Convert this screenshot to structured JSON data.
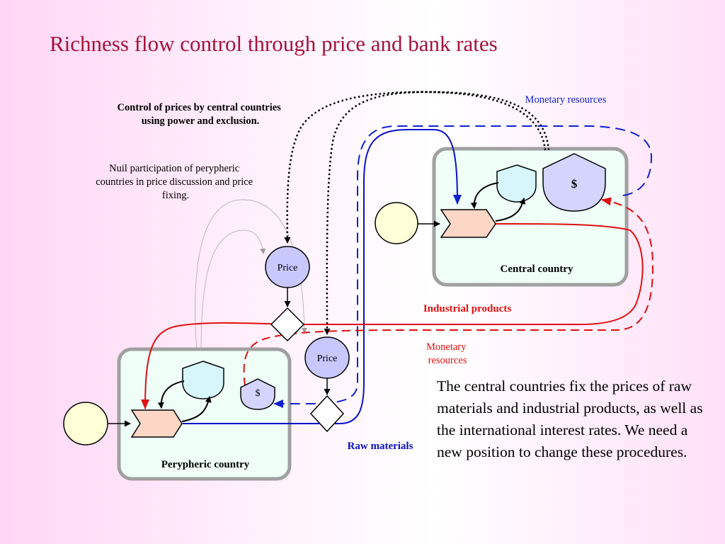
{
  "slide": {
    "title": "Richness flow control through price and bank rates",
    "body_text": "The central countries fix the prices of raw materials and industrial products, as well as the international interest rates. We need a new position to change these procedures."
  },
  "diagram": {
    "annotation_control": [
      "Control of prices by central countries",
      "using power and exclusion."
    ],
    "annotation_nuil": [
      "Nuil participation of perypheric",
      "countries in price discussion and price",
      "fixing."
    ],
    "central_country_label": "Central country",
    "perypheric_country_label": "Perypheric country",
    "price_label": "Price",
    "dollar_label": "$",
    "flow_monetary_top": "Monetary resources",
    "flow_monetary_mid": [
      "Monetary",
      "resources"
    ],
    "flow_industrial": "Industrial products",
    "flow_raw": "Raw materials"
  },
  "colors": {
    "title": "#a5123a",
    "industrial_flow": "#e01010",
    "raw_flow": "#0a10c8",
    "monetary_dashed_blue": "#1020d0",
    "monetary_dashed_red": "#e01010",
    "country_box_fill": "#effff8",
    "country_box_border": "#a0a0a0",
    "price_node_fill": "#c8c8ff",
    "pentagon_fill": "#d6f6fb",
    "process_fill": "#fdd6c6",
    "source_fill": "#ffffd8"
  }
}
